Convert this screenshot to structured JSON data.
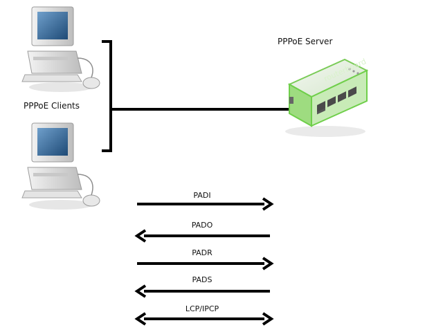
{
  "labels": {
    "clients": "PPPoE Clients",
    "server": "PPPoE Server",
    "device_brand": "routerboard"
  },
  "messages": [
    {
      "label": "PADI",
      "direction": "client-to-server"
    },
    {
      "label": "PADO",
      "direction": "server-to-client"
    },
    {
      "label": "PADR",
      "direction": "client-to-server"
    },
    {
      "label": "PADS",
      "direction": "server-to-client"
    },
    {
      "label": "LCP/IPCP",
      "direction": "bidirectional"
    }
  ],
  "colors": {
    "line": "#000000",
    "router_body": "#e8efe4",
    "router_green": "#6fcf4a",
    "computer_screen": "#3d6f9c",
    "computer_case": "#d9d9d9"
  }
}
